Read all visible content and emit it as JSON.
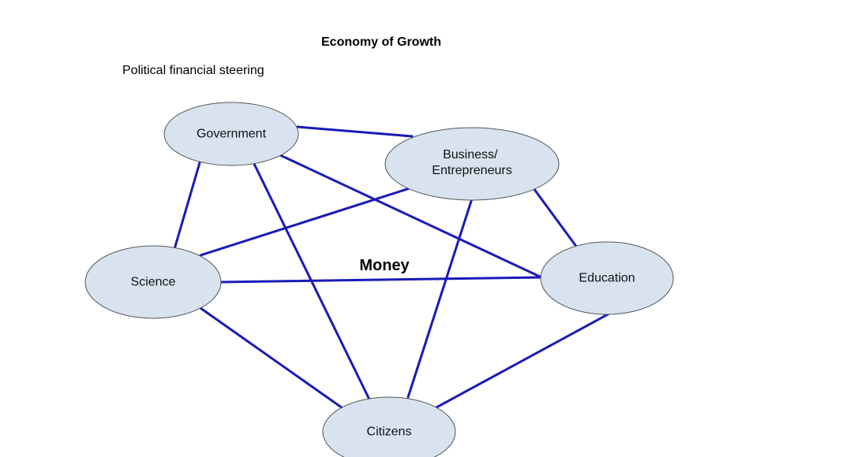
{
  "diagram": {
    "title": "Economy of Growth",
    "subtitle": "Political financial steering",
    "center_label": "Money",
    "colors": {
      "edge": "#1a1ab8",
      "node_fill": "#d9e3f0",
      "node_stroke": "#555555"
    },
    "nodes": [
      {
        "id": "government",
        "label": "Government"
      },
      {
        "id": "business",
        "label": "Business/ Entrepreneurs"
      },
      {
        "id": "science",
        "label": "Science"
      },
      {
        "id": "education",
        "label": "Education"
      },
      {
        "id": "citizens",
        "label": "Citizens"
      }
    ],
    "edges": [
      [
        "government",
        "business"
      ],
      [
        "government",
        "science"
      ],
      [
        "government",
        "education"
      ],
      [
        "government",
        "citizens"
      ],
      [
        "business",
        "science"
      ],
      [
        "business",
        "education"
      ],
      [
        "business",
        "citizens"
      ],
      [
        "science",
        "education"
      ],
      [
        "science",
        "citizens"
      ],
      [
        "education",
        "citizens"
      ]
    ]
  }
}
